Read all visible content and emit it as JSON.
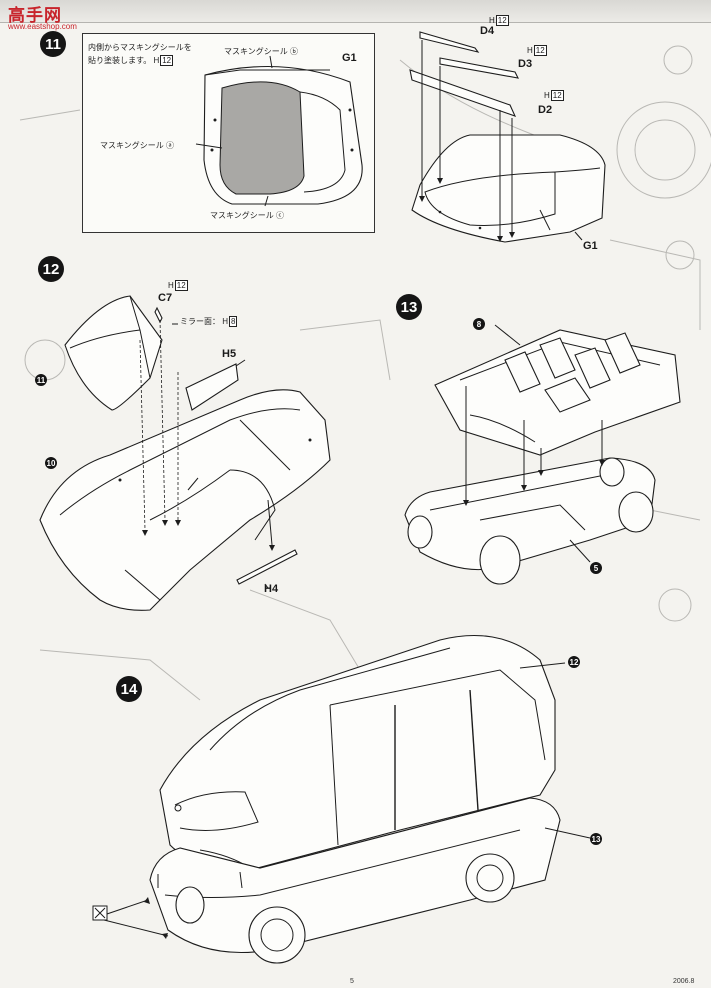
{
  "site_logo": {
    "text": "高手网",
    "sub": "www.eastshop.com"
  },
  "steps": {
    "s11": "11",
    "s12": "12",
    "s13": "13",
    "s14": "14"
  },
  "step11": {
    "note_line1": "内側からマスキングシールを",
    "note_line2": "貼り塗装します。",
    "note_h": "H",
    "note_h_num": "12",
    "seal_b": "マスキングシール ⓑ",
    "seal_a": "マスキングシール ⓐ",
    "seal_c": "マスキングシール ⓒ",
    "part_g1_inset": "G1",
    "part_g1": "G1",
    "part_d4": "D4",
    "part_d3": "D3",
    "part_d2": "D2",
    "h_d4": "H",
    "h_d4_num": "12",
    "h_d3": "H",
    "h_d3_num": "12",
    "h_d2": "H",
    "h_d2_num": "12"
  },
  "step12": {
    "part_c7": "C7",
    "h_c7": "H",
    "h_c7_num": "12",
    "mirror_note": "ミラー面：",
    "mirror_h": "H",
    "mirror_h_num": "8",
    "part_h5": "H5",
    "part_h4": "H4",
    "ref_11": "11",
    "ref_10": "10"
  },
  "step13": {
    "ref_8": "8",
    "ref_5": "5"
  },
  "step14": {
    "ref_12": "12",
    "ref_13": "13"
  },
  "footer": {
    "page_number": "5",
    "code": "2006.8"
  }
}
